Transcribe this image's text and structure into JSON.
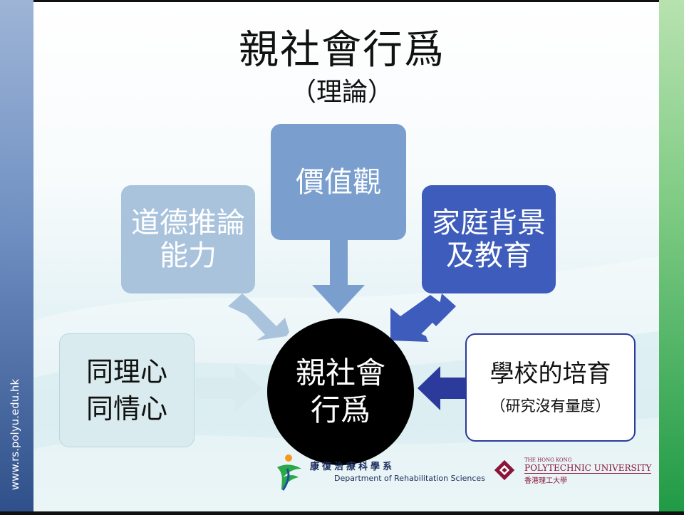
{
  "slide": {
    "title": "親社會行爲",
    "subtitle": "（理論）",
    "side_url": "www.rs.polyu.edu.hk"
  },
  "diagram": {
    "center": {
      "line1": "親社會",
      "line2": "行爲"
    },
    "nodes": {
      "values": {
        "line1": "價值觀"
      },
      "moral": {
        "line1": "道德推論",
        "line2": "能力"
      },
      "family": {
        "line1": "家庭背景",
        "line2": "及教育"
      },
      "empathy": {
        "line1": "同理心",
        "line2": "同情心"
      },
      "school": {
        "line1": "學校的培育",
        "line2": "（研究沒有量度）"
      }
    }
  },
  "logos": {
    "rs": {
      "cn": "康復治療科學系",
      "en": "Department of Rehabilitation Sciences"
    },
    "polyu": {
      "en_small": "THE HONG KONG",
      "en_main": "POLYTECHNIC UNIVERSITY",
      "cn": "香港理工大學"
    }
  },
  "colors": {
    "values_box": "#7a9fcf",
    "moral_box": "#a9c3dd",
    "family_box": "#3e5cbc",
    "empathy_box": "#d9ebee",
    "school_border": "#2b3a9b",
    "center_circle": "#000000",
    "left_bar": "#6f8fc2",
    "right_bar": "#1f9a45"
  }
}
